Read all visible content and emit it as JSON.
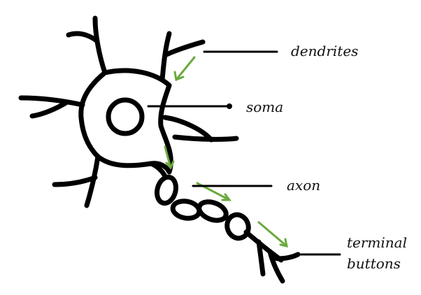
{
  "colors": {
    "stroke": "#000000",
    "arrow": "#6aaa3f",
    "background": "#ffffff"
  },
  "labels": {
    "dendrites": "dendrites",
    "soma": "soma",
    "axon": "axon",
    "terminal_line1": "terminal",
    "terminal_line2": "buttons"
  }
}
